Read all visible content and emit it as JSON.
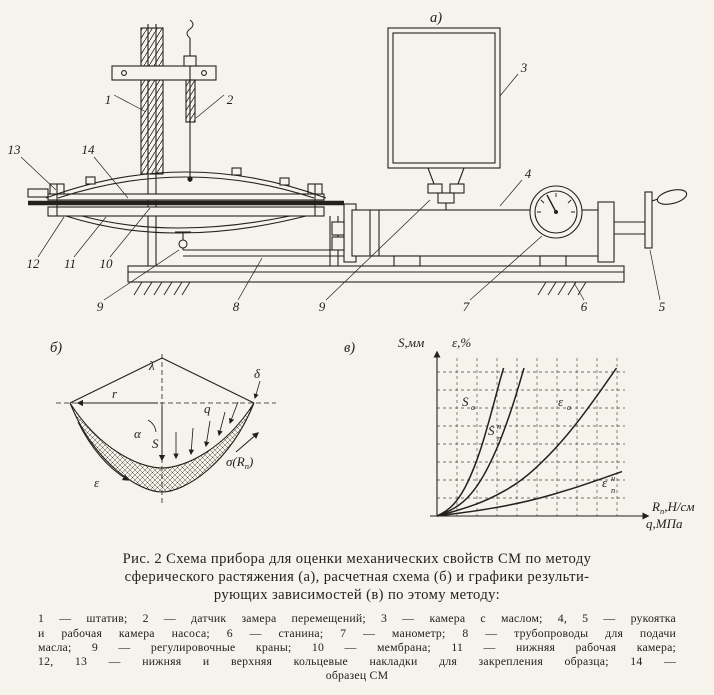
{
  "palette": {
    "paper": "#f5f3ec",
    "ink": "#23211b"
  },
  "parts": {
    "a": "а)",
    "b": "б)",
    "v": "в)"
  },
  "apparatus": {
    "callouts": {
      "n1": "1",
      "n2": "2",
      "n3": "3",
      "n4": "4",
      "n5": "5",
      "n6": "6",
      "n7": "7",
      "n8": "8",
      "n9a": "9",
      "n9b": "9",
      "n10": "10",
      "n11": "11",
      "n12": "12",
      "n13": "13",
      "n14": "14"
    }
  },
  "schema_b": {
    "labels": {
      "apex": "λ",
      "r": "r",
      "delta": "δ",
      "q": "q",
      "alpha": "α",
      "s": "S",
      "eps": "ε",
      "sigma_pre": "σ(R",
      "sigma_sub": "п",
      "sigma_post": ")"
    }
  },
  "graph": {
    "y_label_1": "S,мм",
    "y_label_2": "ε,%",
    "x_label_1": {
      "base": "R",
      "sub": "п",
      "rest": ",Н/см"
    },
    "x_label_2": "q,МПа",
    "curve_labels": [
      {
        "base": "S",
        "sub": "о",
        "sup": ""
      },
      {
        "base": "S",
        "sub": "п",
        "sup": "н"
      },
      {
        "base": "ε",
        "sub": "о",
        "sup": ""
      },
      {
        "base": "ε",
        "sub": "п",
        "sup": "н"
      }
    ]
  },
  "chart_data": {
    "type": "line",
    "title": "",
    "xlabel": "Rп, Н/см (q, МПа)",
    "ylabel": "S, мм (ε, %)",
    "grid": "dashed grid, no numeric tick labels shown in figure",
    "legend_position": "labels on curves",
    "series": [
      {
        "name": "Sо",
        "points_rel": [
          [
            0,
            0
          ],
          [
            0.06,
            0.04
          ],
          [
            0.12,
            0.12
          ],
          [
            0.18,
            0.26
          ],
          [
            0.24,
            0.46
          ],
          [
            0.29,
            0.68
          ],
          [
            0.33,
            0.87
          ],
          [
            0.36,
            1.0
          ]
        ]
      },
      {
        "name": "Sпн",
        "points_rel": [
          [
            0,
            0
          ],
          [
            0.08,
            0.04
          ],
          [
            0.16,
            0.11
          ],
          [
            0.24,
            0.24
          ],
          [
            0.32,
            0.44
          ],
          [
            0.39,
            0.67
          ],
          [
            0.44,
            0.87
          ],
          [
            0.47,
            1.0
          ]
        ]
      },
      {
        "name": "εо",
        "points_rel": [
          [
            0,
            0
          ],
          [
            0.12,
            0.04
          ],
          [
            0.28,
            0.11
          ],
          [
            0.45,
            0.23
          ],
          [
            0.6,
            0.4
          ],
          [
            0.74,
            0.6
          ],
          [
            0.87,
            0.82
          ],
          [
            0.97,
            1.0
          ]
        ]
      },
      {
        "name": "εпн",
        "points_rel": [
          [
            0,
            0
          ],
          [
            0.25,
            0.04
          ],
          [
            0.5,
            0.1
          ],
          [
            0.75,
            0.19
          ],
          [
            1.0,
            0.3
          ]
        ]
      }
    ]
  },
  "caption": {
    "title_lines": [
      "Рис. 2  Схема прибора для оценки механических свойств СМ по методу",
      "сферического растяжения (а), расчетная схема (б) и графики результи-",
      "рующих зависимостей (в) по этому методу:"
    ],
    "legend_lines": [
      "1 — штатив; 2 — датчик замера перемещений; 3 — камера с маслом; 4, 5 — рукоятка",
      "и рабочая камера насоса; 6 — станина; 7 — манометр; 8 — трубопроводы для подачи",
      "масла; 9 — регулировочные краны; 10 — мембрана; 11 — нижняя рабочая камера;",
      "12, 13 — нижняя и верхняя кольцевые накладки для закрепления образца; 14 —",
      "образец СМ"
    ]
  }
}
